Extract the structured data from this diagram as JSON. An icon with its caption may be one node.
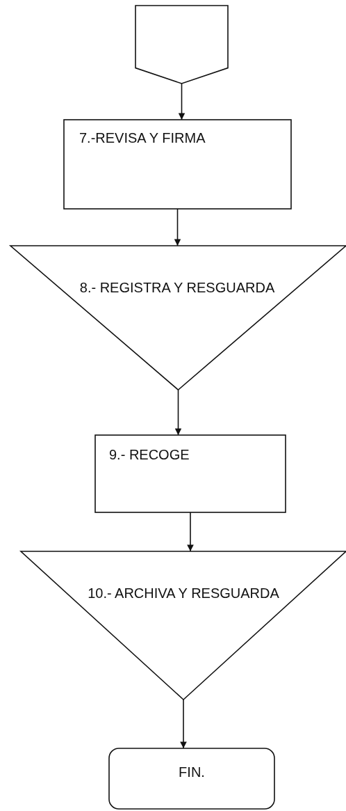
{
  "diagram": {
    "nodes": [
      {
        "text": [],
        "shape": "pentagon"
      },
      {
        "text": [
          "7.-REVISA Y FIRMA"
        ]
      },
      {
        "text": [
          "8.- REGISTRA Y RESGUARDA"
        ]
      },
      {
        "text": [
          "9.- RECOGE"
        ]
      },
      {
        "text": [
          "10.- ARCHIVA Y RESGUARDA"
        ]
      },
      {
        "text": [
          "FIN."
        ]
      }
    ],
    "edges": [
      {
        "from": 0,
        "to": 1,
        "arrow": "to"
      },
      {
        "from": 1,
        "to": 2,
        "arrow": "to"
      },
      {
        "from": 2,
        "to": 3,
        "arrow": "to"
      },
      {
        "from": 3,
        "to": 4,
        "arrow": "to"
      },
      {
        "from": 4,
        "to": 5,
        "arrow": "to"
      }
    ]
  }
}
